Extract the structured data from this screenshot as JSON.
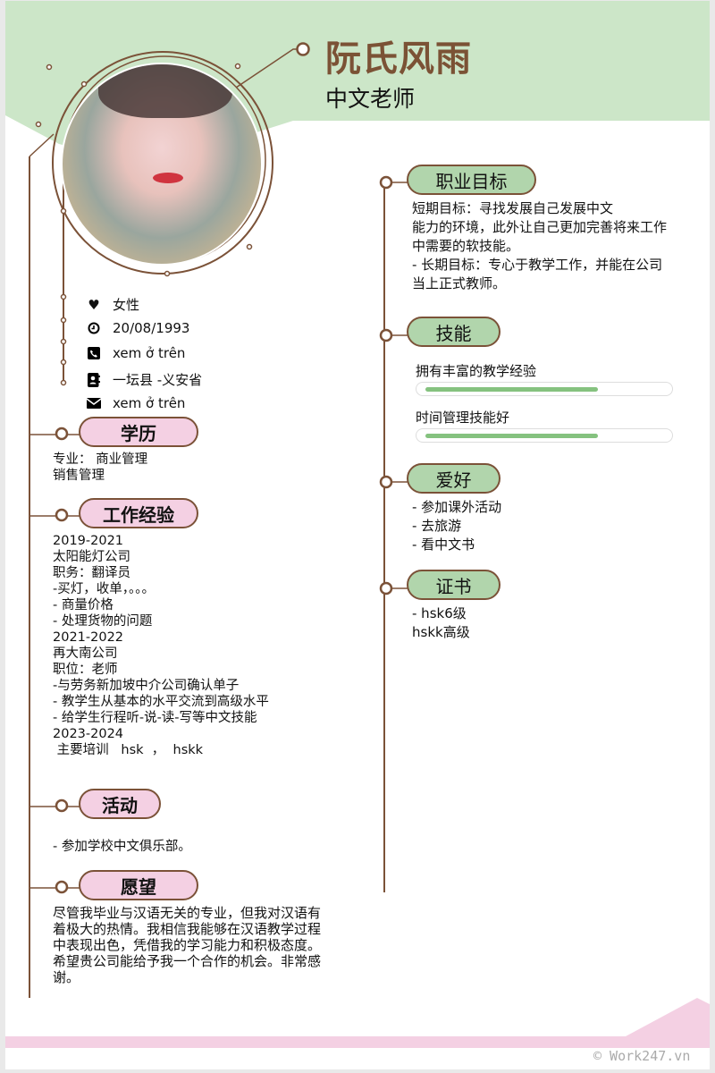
{
  "header": {
    "name": "阮氏风雨",
    "title": "中文老师"
  },
  "personal_info": [
    {
      "icon": "heart-icon",
      "text": "女性"
    },
    {
      "icon": "clock-icon",
      "text": "20/08/1993"
    },
    {
      "icon": "phone-icon",
      "text": "xem ở trên"
    },
    {
      "icon": "address-book-icon",
      "text": "一坛县  -义安省"
    },
    {
      "icon": "envelope-icon",
      "text": "xem ở trên"
    }
  ],
  "education": {
    "heading": "学历",
    "lines": [
      "专业： 商业管理",
      "销售管理"
    ]
  },
  "experience": {
    "heading": "工作经验",
    "lines": [
      "2019-2021",
      "太阳能灯公司",
      "职务：翻译员",
      "-买灯，收单，。。。",
      "- 商量价格",
      "- 处理货物的问题",
      "2021-2022",
      "再大南公司",
      "职位：老师",
      "-与劳务新加坡中介公司确认单子",
      "- 教学生从基本的水平交流到高级水平",
      "- 给学生行程听-说-读-写等中文技能",
      "2023-2024",
      " 主要培训   hsk  ，  hskk"
    ]
  },
  "activities": {
    "heading": "活动",
    "lines": [
      "- 参加学校中文俱乐部。"
    ]
  },
  "wish": {
    "heading": "愿望",
    "lines": [
      "尽管我毕业与汉语无关的专业，但我对汉语有",
      "着极大的热情。我相信我能够在汉语教学过程",
      "中表现出色，凭借我的学习能力和积极态度。",
      "希望贵公司能给予我一个合作的机会。非常感",
      "谢。"
    ]
  },
  "career_goal": {
    "heading": "职业目标",
    "lines": [
      "短期目标：寻找发展自己发展中文",
      "能力的环境，此外让自己更加完善将来工作",
      "中需要的软技能。",
      "- 长期目标：专心于教学工作，并能在公司",
      "当上正式教师。"
    ]
  },
  "skills": {
    "heading": "技能",
    "items": [
      {
        "label": "拥有丰富的教学经验",
        "level_percent": 70
      },
      {
        "label": "时间管理技能好",
        "level_percent": 70
      }
    ]
  },
  "hobbies": {
    "heading": "爱好",
    "lines": [
      "- 参加课外活动",
      "- 去旅游",
      "- 看中文书"
    ]
  },
  "certificates": {
    "heading": "证书",
    "lines": [
      "- hsk6级",
      "hskk高级"
    ]
  },
  "watermark": "© Work247.vn",
  "colors": {
    "header_green": "#cce6c8",
    "accent_brown": "#7b5238",
    "pink": "#f4d0e3",
    "pill_green": "#b1d5ac",
    "skill_fill": "#85c27f"
  }
}
